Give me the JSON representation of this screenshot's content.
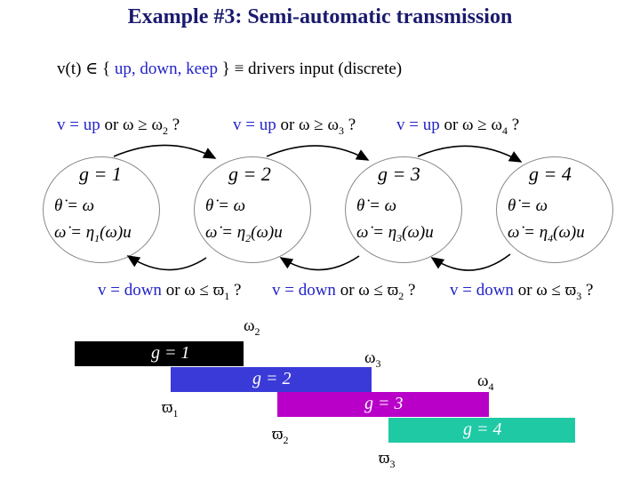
{
  "title": "Example #3: Semi-automatic transmission",
  "subtitle": {
    "prefix": "v(t) ∈ {",
    "values": "up, down, keep",
    "suffix": "} ≡ drivers input (discrete)"
  },
  "up_conditions": [
    {
      "v": "v = up",
      "rest": "or ω ≥ ω",
      "sub": "2",
      "q": "?"
    },
    {
      "v": "v = up",
      "rest": "or ω ≥ ω",
      "sub": "3",
      "q": "?"
    },
    {
      "v": "v = up",
      "rest": "or ω ≥ ω",
      "sub": "4",
      "q": "?"
    }
  ],
  "down_conditions": [
    {
      "v": "v = down",
      "rest": "or ω ≤ ϖ",
      "sub": "1",
      "q": "?"
    },
    {
      "v": "v = down",
      "rest": "or ω ≤ ϖ",
      "sub": "2",
      "q": "?"
    },
    {
      "v": "v = down",
      "rest": "or ω ≤ ϖ",
      "sub": "3",
      "q": "?"
    }
  ],
  "states": [
    {
      "label": "g = 1",
      "eq1": "θ̇ = ω",
      "eq2": "ω̇ = η",
      "eta_sub": "1",
      "eq2_tail": "(ω)u"
    },
    {
      "label": "g = 2",
      "eq1": "θ̇ = ω",
      "eq2": "ω̇ = η",
      "eta_sub": "2",
      "eq2_tail": "(ω)u"
    },
    {
      "label": "g = 3",
      "eq1": "θ̇ = ω",
      "eq2": "ω̇ = η",
      "eta_sub": "3",
      "eq2_tail": "(ω)u"
    },
    {
      "label": "g = 4",
      "eq1": "θ̇ = ω",
      "eq2": "ω̇ = η",
      "eta_sub": "4",
      "eq2_tail": "(ω)u"
    }
  ],
  "gear_bars": [
    {
      "label": "g = 1",
      "color": "#000000",
      "text_color": "#ffffff"
    },
    {
      "label": "g = 2",
      "color": "#3a3ad8",
      "text_color": "#ffffff"
    },
    {
      "label": "g = 3",
      "color": "#b800c8",
      "text_color": "#ffffff"
    },
    {
      "label": "g = 4",
      "color": "#1fc9a4",
      "text_color": "#ffffff"
    }
  ],
  "thresholds": {
    "omega2": {
      "sym": "ω",
      "sub": "2"
    },
    "omega3": {
      "sym": "ω",
      "sub": "3"
    },
    "omega4": {
      "sym": "ω",
      "sub": "4"
    },
    "varpi1": {
      "sym": "ϖ",
      "sub": "1"
    },
    "varpi2": {
      "sym": "ϖ",
      "sub": "2"
    },
    "varpi3": {
      "sym": "ϖ",
      "sub": "3"
    }
  },
  "colors": {
    "title": "#1a1a6e",
    "accent_blue": "#2323c8",
    "state_border": "#888888"
  }
}
